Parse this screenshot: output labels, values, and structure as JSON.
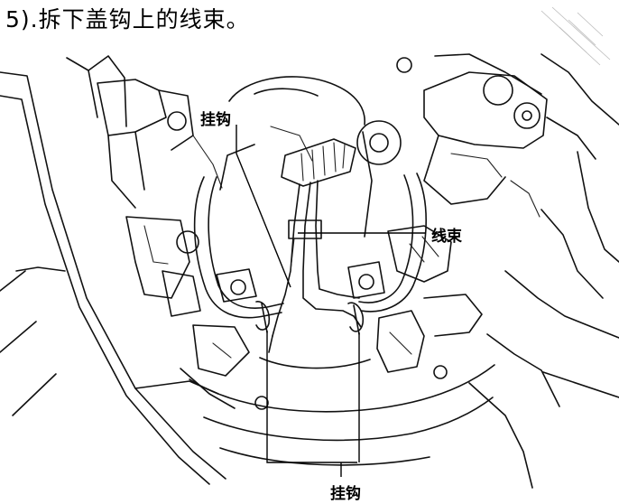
{
  "step": {
    "title": "5).拆下盖钩上的线束。"
  },
  "callouts": {
    "hook_top": "挂钩",
    "wire_harness": "线束",
    "hook_bottom": "挂钩"
  }
}
